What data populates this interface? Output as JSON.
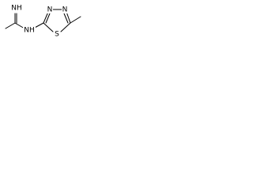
{
  "structure": {
    "atoms": {
      "imine_nh": "NH",
      "amide_nh": "NH",
      "ring_n3": "N",
      "ring_n4": "N",
      "ring_s": "S"
    },
    "colors": {
      "bond": "#000000",
      "label": "#000000",
      "background": "#ffffff"
    }
  }
}
